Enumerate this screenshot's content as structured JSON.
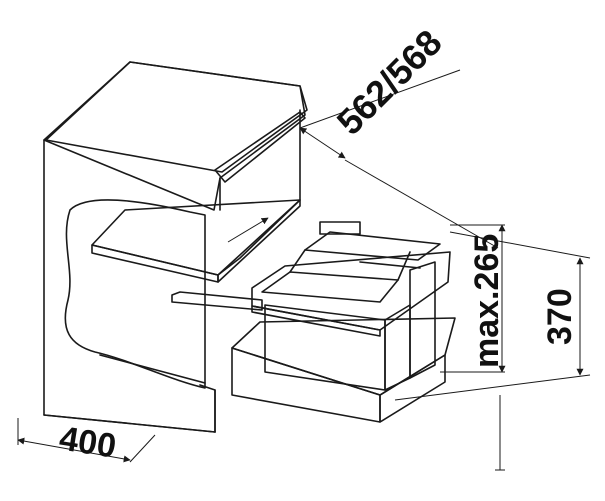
{
  "dimensions": {
    "width_depth": "400",
    "drawer_depth": "562/568",
    "bin_height_max": "max.265",
    "cabinet_height": "370"
  },
  "colors": {
    "line": "#1a1a1a",
    "fill_gray": "#dcdcdc",
    "fill_light": "#ececec",
    "fill_dark": "#c6c6c6"
  }
}
